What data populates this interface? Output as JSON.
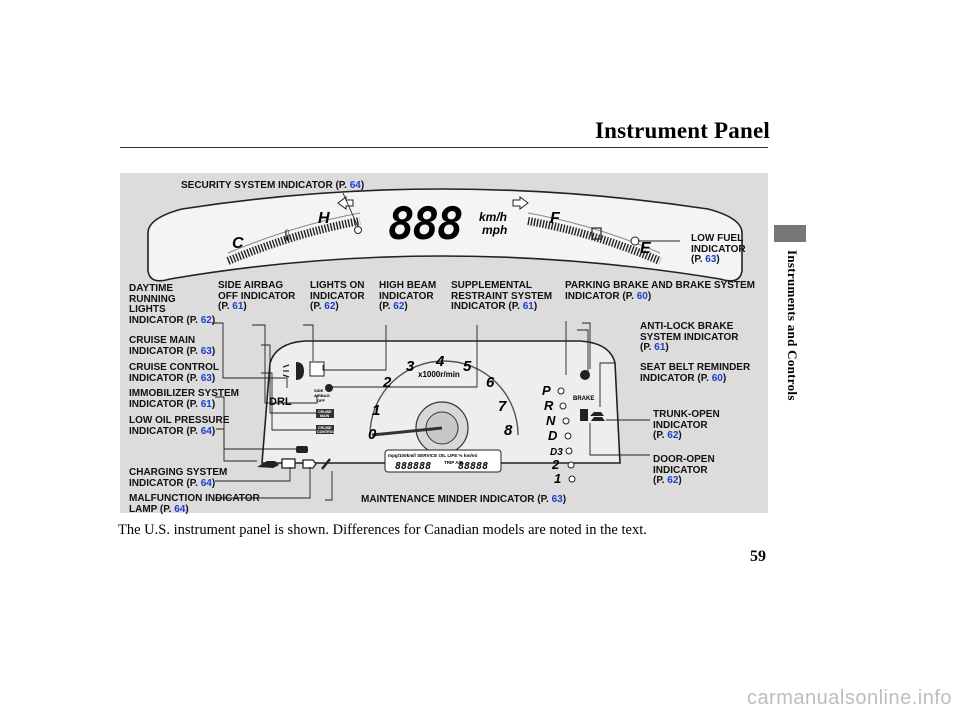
{
  "header": {
    "title": "Instrument Panel"
  },
  "sidebar": {
    "section_label": "Instruments and Controls"
  },
  "caption": "The U.S. instrument panel is shown. Differences for Canadian models are noted in the text.",
  "page_number": "59",
  "watermark": "carmanualsonline.info",
  "callouts": [
    {
      "id": "security",
      "lines": [
        "SECURITY SYSTEM INDICATOR"
      ],
      "page": "64"
    },
    {
      "id": "low-fuel",
      "lines": [
        "LOW FUEL",
        "INDICATOR"
      ],
      "page": "63"
    },
    {
      "id": "drl",
      "lines": [
        "DAYTIME",
        "RUNNING",
        "LIGHTS",
        "INDICATOR"
      ],
      "page": "62"
    },
    {
      "id": "side-airbag",
      "lines": [
        "SIDE AIRBAG",
        "OFF INDICATOR"
      ],
      "page": "61"
    },
    {
      "id": "lights-on",
      "lines": [
        "LIGHTS ON",
        "INDICATOR"
      ],
      "page": "62"
    },
    {
      "id": "high-beam",
      "lines": [
        "HIGH BEAM",
        "INDICATOR"
      ],
      "page": "62"
    },
    {
      "id": "srs",
      "lines": [
        "SUPPLEMENTAL",
        "RESTRAINT SYSTEM",
        "INDICATOR"
      ],
      "page": "61"
    },
    {
      "id": "parking-brake",
      "lines": [
        "PARKING BRAKE AND BRAKE SYSTEM",
        "INDICATOR"
      ],
      "page": "60"
    },
    {
      "id": "cruise-main",
      "lines": [
        "CRUISE MAIN",
        "INDICATOR"
      ],
      "page": "63"
    },
    {
      "id": "abs",
      "lines": [
        "ANTI-LOCK BRAKE",
        "SYSTEM INDICATOR"
      ],
      "page": "61"
    },
    {
      "id": "cruise-control",
      "lines": [
        "CRUISE CONTROL",
        "INDICATOR"
      ],
      "page": "63"
    },
    {
      "id": "seat-belt",
      "lines": [
        "SEAT BELT REMINDER",
        "INDICATOR"
      ],
      "page": "60"
    },
    {
      "id": "immobilizer",
      "lines": [
        "IMMOBILIZER SYSTEM",
        "INDICATOR"
      ],
      "page": "61"
    },
    {
      "id": "low-oil",
      "lines": [
        "LOW OIL PRESSURE",
        "INDICATOR"
      ],
      "page": "64"
    },
    {
      "id": "trunk-open",
      "lines": [
        "TRUNK-OPEN",
        "INDICATOR"
      ],
      "page": "62"
    },
    {
      "id": "door-open",
      "lines": [
        "DOOR-OPEN",
        "INDICATOR"
      ],
      "page": "62"
    },
    {
      "id": "charging",
      "lines": [
        "CHARGING SYSTEM",
        "INDICATOR"
      ],
      "page": "64"
    },
    {
      "id": "mil",
      "lines": [
        "MALFUNCTION INDICATOR",
        "LAMP"
      ],
      "page": "64"
    },
    {
      "id": "maintenance",
      "lines": [
        "MAINTENANCE MINDER INDICATOR"
      ],
      "page": "63"
    }
  ],
  "dash": {
    "speed_digits": "888",
    "speed_unit_1": "km/h",
    "speed_unit_2": "mph",
    "temp_hot": "H",
    "temp_cold": "C",
    "fuel_full": "F",
    "fuel_empty": "E",
    "tach_numbers": [
      "0",
      "1",
      "2",
      "3",
      "4",
      "5",
      "6",
      "7",
      "8"
    ],
    "tach_unit": "x1000r/min",
    "gears": [
      "P",
      "R",
      "N",
      "D",
      "D3",
      "2",
      "1"
    ],
    "drl_text": "DRL",
    "airbag_text": [
      "SIDE",
      "AIRBAG",
      "OFF"
    ],
    "cruise_main_text": [
      "CRUISE",
      "MAIN"
    ],
    "cruise_control_text": [
      "CRUISE",
      "CONTROL"
    ],
    "brake_text": "BRAKE",
    "info_header": "mpg/100km/l  SERVICE OIL LIFE % km/mi",
    "info_digits_1": "888888",
    "info_digits_2": "88888",
    "trip_ab": "TRIP A/B"
  },
  "colors": {
    "page_ref": "#1a3fd0",
    "panel_bg": "#dcdcdc"
  }
}
